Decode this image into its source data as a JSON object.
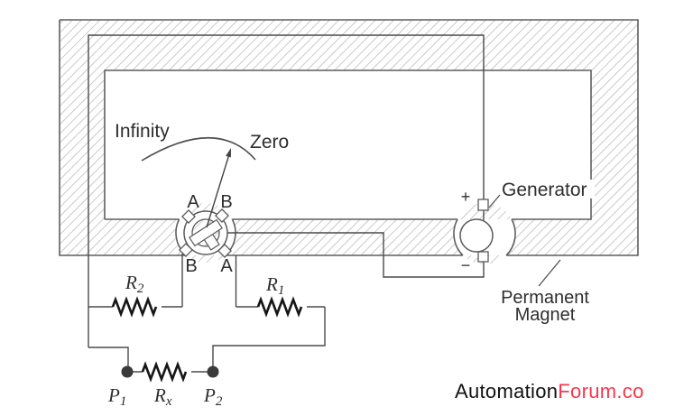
{
  "colors": {
    "brand_red": "#f5384c",
    "ink": "#2e2e2e",
    "wire": "#4a4a4a"
  },
  "diagram": {
    "scale": {
      "infinity": "Infinity",
      "zero": "Zero"
    },
    "coil": {
      "top_left": "A",
      "top_right": "B",
      "bottom_left": "B",
      "bottom_right": "A"
    },
    "generator": {
      "label": "Generator",
      "plus": "+",
      "minus": "−"
    },
    "magnet": {
      "label_line1": "Permanent",
      "label_line2": "Magnet"
    },
    "components": {
      "r2": {
        "base": "R",
        "sub": "2"
      },
      "r1": {
        "base": "R",
        "sub": "1"
      },
      "rx": {
        "base": "R",
        "sub": "x"
      },
      "p1": {
        "base": "P",
        "sub": "1"
      },
      "p2": {
        "base": "P",
        "sub": "2"
      }
    }
  },
  "watermark": {
    "black": "Automation",
    "red": "Forum.co"
  }
}
